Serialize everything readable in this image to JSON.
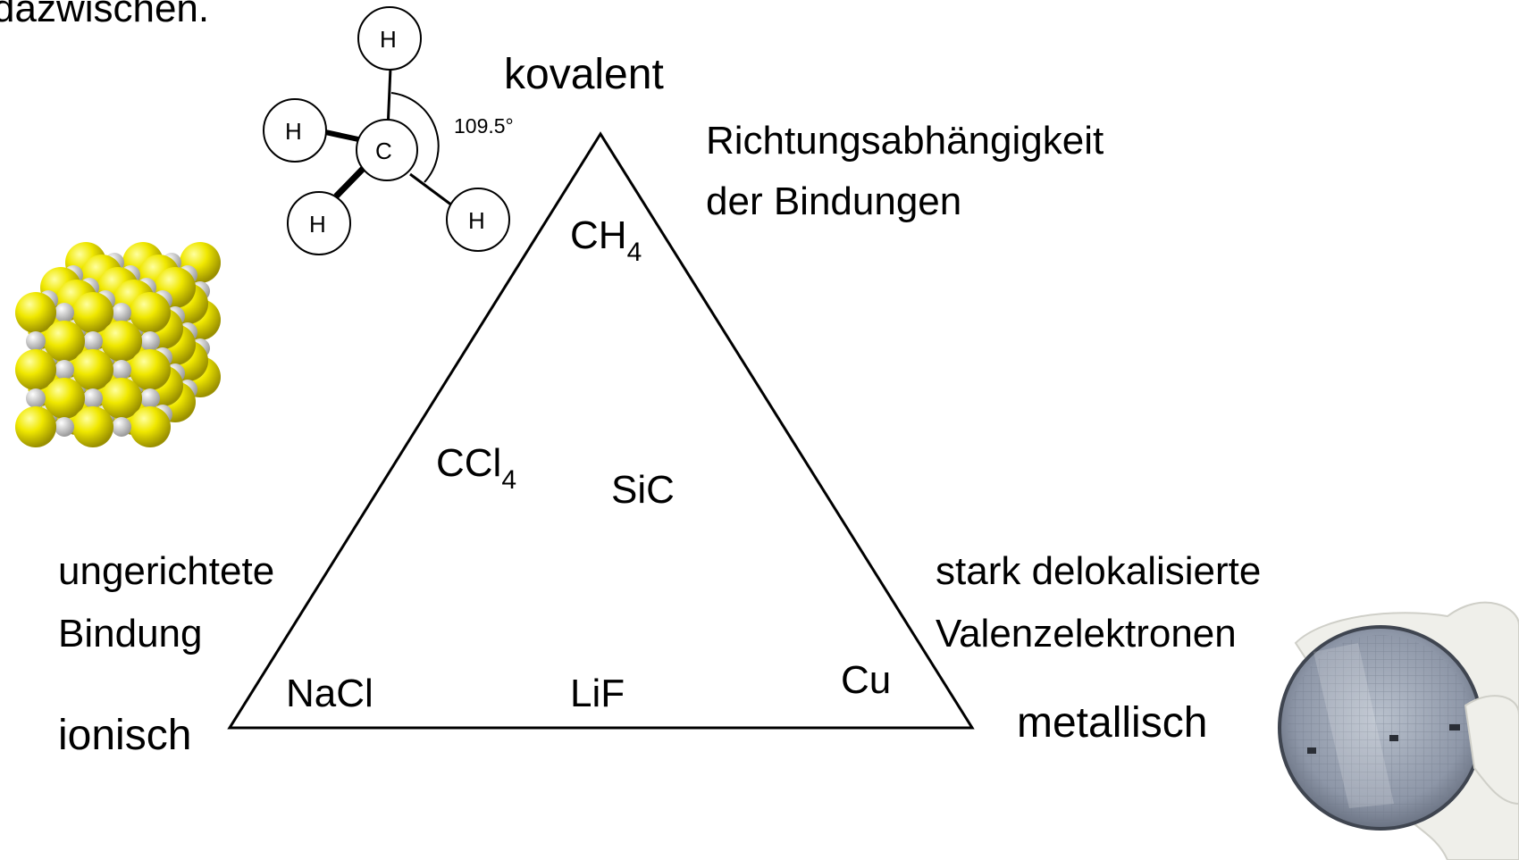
{
  "header": {
    "text": "dazwischen."
  },
  "corners": {
    "covalent": "kovalent",
    "ionic": "ionisch",
    "metallic": "metallisch"
  },
  "properties": {
    "covalent": [
      "Richtungsabhängigkeit",
      "der Bindungen"
    ],
    "ionic": [
      "ungerichtete",
      "Bindung"
    ],
    "metallic": [
      "stark delokalisierte",
      "Valenzelektronen"
    ]
  },
  "compounds": {
    "ch4": {
      "base": "CH",
      "sub": "4"
    },
    "ccl4": {
      "base": "CCl",
      "sub": "4"
    },
    "sic": "SiC",
    "nacl": "NaCl",
    "lif": "LiF",
    "cu": "Cu"
  },
  "methane": {
    "center": "C",
    "hydrogen": "H",
    "angle": "109.5°"
  },
  "colors": {
    "line": "#000000",
    "sphere_big": "#e6e000",
    "sphere_small": "#d8d8d8",
    "wafer": "#8e97a8",
    "glove": "#eeeeea"
  }
}
